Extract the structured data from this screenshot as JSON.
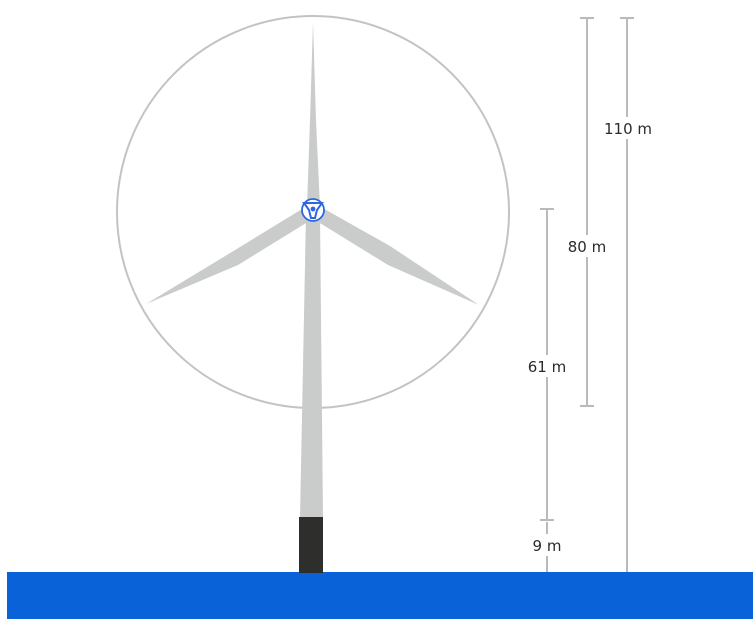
{
  "colors": {
    "water": "#0a62d8",
    "tower": "#c9cccb",
    "blade": "#c9cccb",
    "foundation": "#2e2e2c",
    "rotor_circle": "#c2c4c4",
    "hub": "#2d67e0",
    "dimension_line": "#b8bbbb",
    "label_text": "#2a2a2a"
  },
  "dimensions": {
    "total_height": {
      "label": "110 m",
      "value": 110,
      "unit": "m"
    },
    "rotor_diameter": {
      "label": "80 m",
      "value": 80,
      "unit": "m"
    },
    "hub_height": {
      "label": "61 m",
      "value": 61,
      "unit": "m"
    },
    "foundation_height": {
      "label": "9 m",
      "value": 9,
      "unit": "m"
    }
  }
}
